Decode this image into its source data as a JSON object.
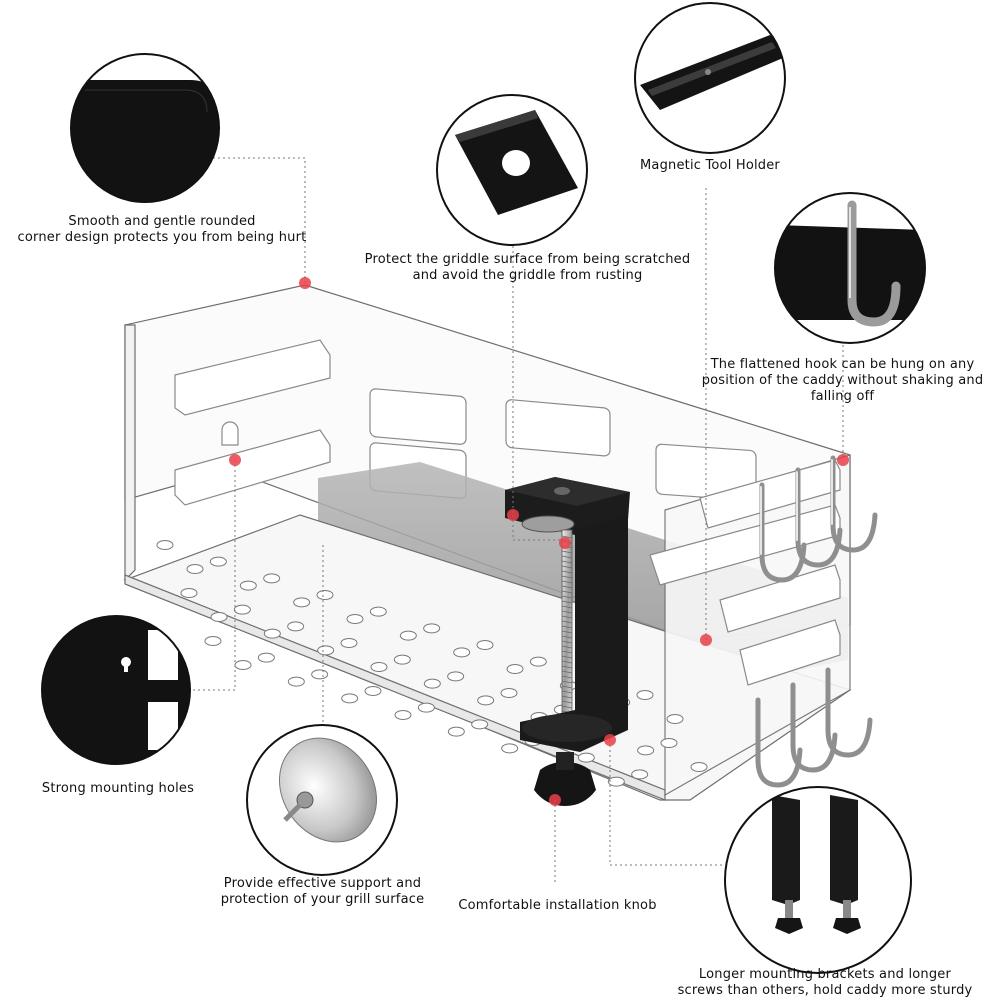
{
  "callouts": {
    "rounded_corner": "Smooth and gentle rounded\ncorner design protects you from being hurt",
    "griddle_protect": "Protect the griddle surface from being scratched\nand avoid the griddle from rusting",
    "magnetic_holder": "Magnetic Tool Holder",
    "flattened_hook": "The flattened hook can be hung on any\nposition of the caddy without shaking and\nfalling off",
    "mounting_holes": "Strong mounting holes",
    "grill_support": "Provide effective support and\nprotection of your grill surface",
    "installation_knob": "Comfortable installation knob",
    "longer_brackets": "Longer mounting brackets and longer\nscrews than others,  hold caddy more sturdy"
  },
  "colors": {
    "marker": "#e8404a",
    "leader": "#777777",
    "metal_dark": "#1a1a1a",
    "panel_outline": "#6e6e6e",
    "steel": "#a8a8a8"
  }
}
